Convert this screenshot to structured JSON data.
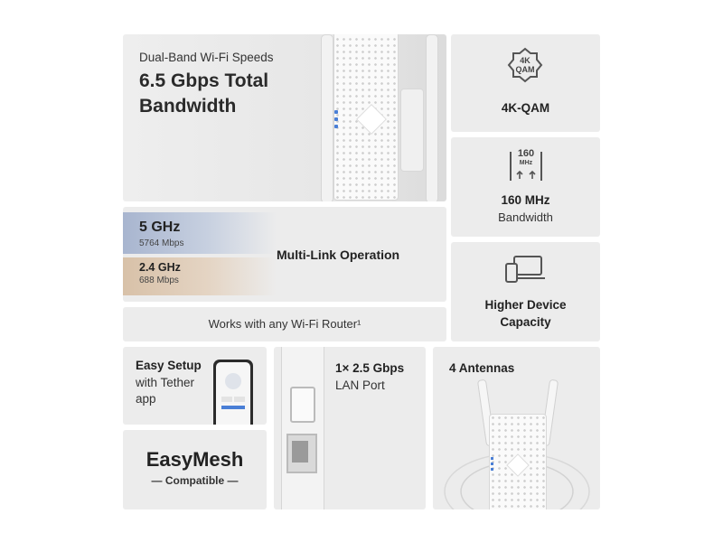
{
  "hero": {
    "subtitle": "Dual-Band Wi-Fi Speeds",
    "headline": "6.5 Gbps Total Bandwidth"
  },
  "features": {
    "qam": {
      "icon_text": "4K QAM",
      "label": "4K-QAM"
    },
    "mhz": {
      "icon_number": "160",
      "icon_unit": "MHz",
      "title": "160 MHz",
      "subtitle": "Bandwidth"
    },
    "capacity": {
      "title": "Higher Device Capacity"
    }
  },
  "bands": {
    "band_5": {
      "name": "5 GHz",
      "rate": "5764 Mbps"
    },
    "band_24": {
      "name": "2.4 GHz",
      "rate": "688 Mbps"
    },
    "mlo_label": "Multi-Link Operation"
  },
  "router_note": "Works with any Wi-Fi Router¹",
  "setup": {
    "title": "Easy Setup",
    "text": "with Tether app"
  },
  "easymesh": {
    "title": "EasyMesh",
    "subtitle": "— Compatible —"
  },
  "lan": {
    "title": "1× 2.5 Gbps",
    "subtitle": "LAN Port"
  },
  "antennas": {
    "title": "4 Antennas"
  },
  "colors": {
    "tile_bg": "#ececec",
    "band_5": "#a8b5cf",
    "band_24": "#d8c1a8",
    "led_blue": "#4a7fd6"
  }
}
